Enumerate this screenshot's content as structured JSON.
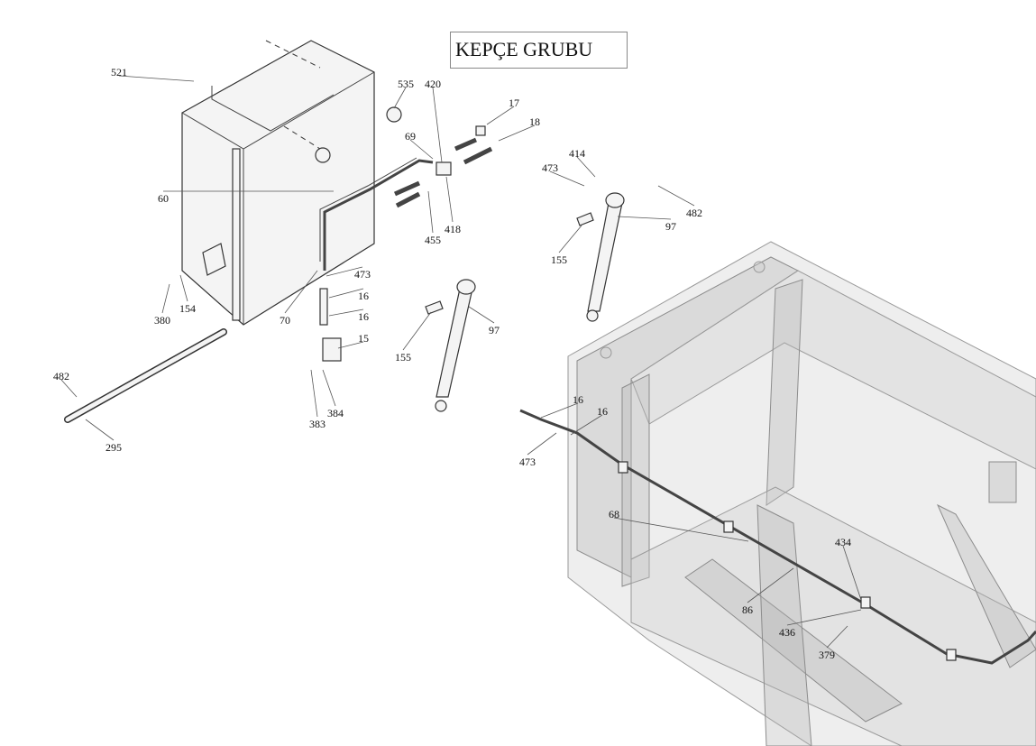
{
  "title": "KEPÇE GRUBU",
  "callouts": [
    "521",
    "535",
    "420",
    "17",
    "18",
    "69",
    "60",
    "414",
    "473",
    "482",
    "97",
    "455",
    "418",
    "155",
    "473",
    "16",
    "16",
    "15",
    "70",
    "380",
    "154",
    "97",
    "155",
    "384",
    "383",
    "482",
    "295",
    "16",
    "16",
    "473",
    "68",
    "434",
    "86",
    "436",
    "379"
  ]
}
